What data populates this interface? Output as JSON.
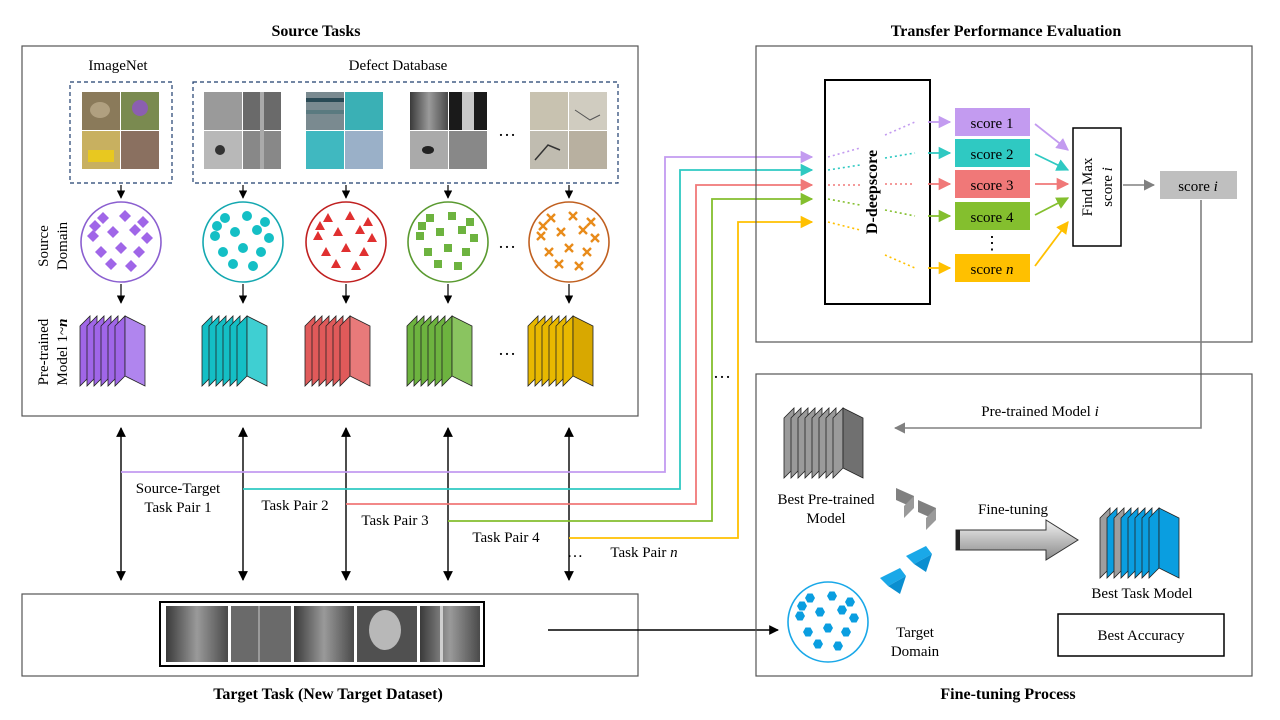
{
  "source_tasks": {
    "title": "Source Tasks",
    "imagenet_label": "ImageNet",
    "defect_db_label": "Defect Database",
    "source_domain_label": [
      "Source",
      "Domain"
    ],
    "pretrained_label": [
      "Pre-trained",
      "Model 1~"
    ],
    "pretrained_n": "n",
    "ellipsis": "…"
  },
  "target_task": {
    "title": "Target Task (New Target Dataset)"
  },
  "transfer": {
    "title": "Transfer Performance Evaluation",
    "ddeepscore_label": "D-deepscore",
    "scores": [
      {
        "label": "score 1",
        "color": "#c39bf0"
      },
      {
        "label": "score 2",
        "color": "#2fc9c2"
      },
      {
        "label": "score 3",
        "color": "#f07878"
      },
      {
        "label": "score 4",
        "color": "#84bf2e"
      },
      {
        "label": "score ",
        "italic": "n",
        "color": "#ffc000"
      }
    ],
    "find_max_label": [
      "Find Max",
      "score "
    ],
    "find_max_italic": "i",
    "result_label": "score ",
    "result_italic": "i",
    "vdots": "⋮"
  },
  "task_pairs": [
    {
      "label": "Source-Target",
      "label2": "Task Pair 1",
      "color": "#c39bf0"
    },
    {
      "label": "Task Pair 2",
      "color": "#2fc9c2"
    },
    {
      "label": "Task Pair 3",
      "color": "#f07878"
    },
    {
      "label": "Task Pair 4",
      "color": "#84bf2e"
    },
    {
      "label": "Task Pair ",
      "italic": "n",
      "color": "#ffc000"
    }
  ],
  "finetune": {
    "title": "Fine-tuning Process",
    "pretrained_model_label": "Pre-trained Model ",
    "pretrained_model_italic": "i",
    "best_pretrained_label": [
      "Best Pre-trained",
      "Model"
    ],
    "finetuning_label": "Fine-tuning",
    "target_domain_label": [
      "Target",
      "Domain"
    ],
    "best_task_model_label": "Best Task Model",
    "best_accuracy_label": "Best Accuracy"
  },
  "colors": {
    "purple": "#a066e8",
    "cyan": "#14bfc5",
    "red": "#e03030",
    "green": "#6db33f",
    "orange": "#e88b1a",
    "blue": "#0a9ee0",
    "gray": "#9e9e9e"
  }
}
